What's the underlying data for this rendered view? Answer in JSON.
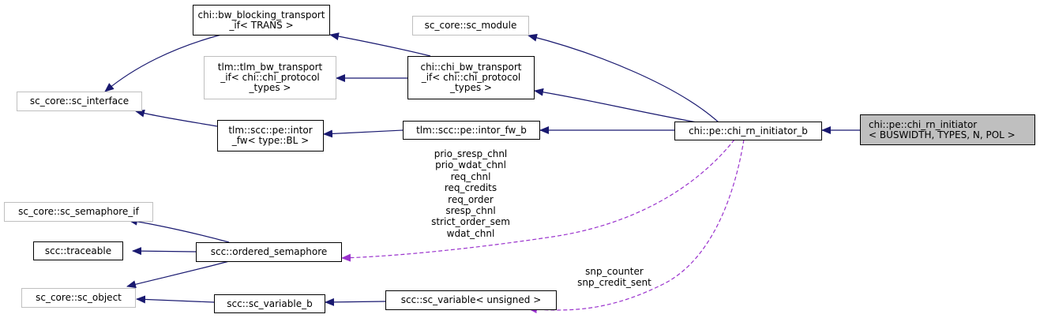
{
  "colors": {
    "inheritance": "#191970",
    "usage": "#9a32cd",
    "ext_border": "#bfbfbf",
    "focus_fill": "#bfbfbf"
  },
  "nodes": {
    "chi_rn_initiator": [
      "chi::pe::chi_rn_initiator",
      "< BUSWIDTH, TYPES, N, POL >"
    ],
    "chi_rn_initiator_b": [
      "chi::pe::chi_rn_initiator_b"
    ],
    "chi_bw_transport_if": [
      "chi::chi_bw_transport",
      "_if< chi::chi_protocol",
      "_types >"
    ],
    "bw_blocking_transport_if": [
      "chi::bw_blocking_transport",
      "_if< TRANS >"
    ],
    "sc_interface": [
      "sc_core::sc_interface"
    ],
    "tlm_bw_transport_if": [
      "tlm::tlm_bw_transport",
      "_if< chi::chi_protocol",
      "_types >"
    ],
    "sc_module": [
      "sc_core::sc_module"
    ],
    "intor_fw_b": [
      "tlm::scc::pe::intor_fw_b"
    ],
    "intor_fw": [
      "tlm::scc::pe::intor",
      "_fw< type::BL >"
    ],
    "ordered_semaphore": [
      "scc::ordered_semaphore"
    ],
    "sc_semaphore_if": [
      "sc_core::sc_semaphore_if"
    ],
    "traceable": [
      "scc::traceable"
    ],
    "sc_object": [
      "sc_core::sc_object"
    ],
    "sc_variable_b": [
      "scc::sc_variable_b"
    ],
    "sc_variable_unsigned": [
      "scc::sc_variable< unsigned >"
    ]
  },
  "edge_labels": {
    "semaphore_members": [
      "prio_sresp_chnl",
      "prio_wdat_chnl",
      "req_chnl",
      "req_credits",
      "req_order",
      "sresp_chnl",
      "strict_order_sem",
      "wdat_chnl"
    ],
    "variable_members": [
      "snp_counter",
      "snp_credit_sent"
    ]
  }
}
